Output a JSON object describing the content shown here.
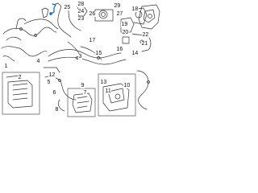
{
  "diagram": {
    "callouts": {
      "c1": "1",
      "c2": "2",
      "c3": "3",
      "c4": "4",
      "c5": "5",
      "c6": "6",
      "c7": "7",
      "c8": "8",
      "c9": "9",
      "c10": "10",
      "c11": "11",
      "c12": "12",
      "c13": "13",
      "c14": "14",
      "c15": "15",
      "c16": "16",
      "c17": "17",
      "c18": "18",
      "c19": "19",
      "c20": "20",
      "c21": "21",
      "c22": "22",
      "c23": "23",
      "c24": "24",
      "c25": "25",
      "c26": "26",
      "c27": "27",
      "c28": "28",
      "c29": "29"
    },
    "colors": {
      "line": "#333333",
      "highlight": "#1e73be",
      "box": "#555555"
    }
  }
}
